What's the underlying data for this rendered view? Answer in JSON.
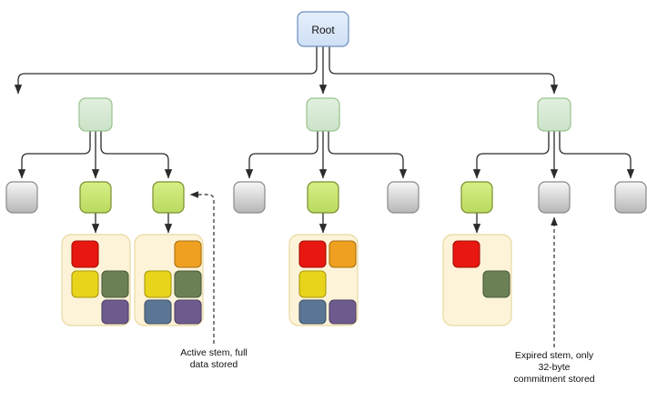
{
  "diagram": {
    "title_node": {
      "label": "Root"
    },
    "colors": {
      "root_fill": "#dae8fc",
      "root_stroke": "#6c8ebf",
      "level2_fill": "#d5e8d4",
      "level2_stroke": "#9ac28f",
      "active_fill": "#c3e16f",
      "active_stroke": "#7a8e2e",
      "expired_fill": "#d9d9d9",
      "expired_stroke": "#8a8a8a",
      "leaf_panel_fill": "#fdf3d8",
      "leaf_panel_stroke": "#e8d9a0",
      "edge": "#2b2b2b",
      "red": "#e8170f",
      "orange": "#efa020",
      "yellow": "#e8d41a",
      "olive": "#6b8055",
      "purple": "#6e5b8e",
      "blue": "#5b7694"
    },
    "levels": {
      "level1": [
        {
          "name": "root",
          "label": "Root",
          "kind": "root"
        }
      ],
      "level2": [
        {
          "name": "stem-group-left",
          "label": "",
          "kind": "branch"
        },
        {
          "name": "stem-group-middle",
          "label": "",
          "kind": "branch"
        },
        {
          "name": "stem-group-right",
          "label": "",
          "kind": "branch"
        }
      ],
      "level3": [
        {
          "name": "node-l1",
          "kind": "expired",
          "has_leaf": false
        },
        {
          "name": "node-l2",
          "kind": "active",
          "has_leaf": true
        },
        {
          "name": "node-l3",
          "kind": "active",
          "has_leaf": true
        },
        {
          "name": "node-m1",
          "kind": "expired",
          "has_leaf": false
        },
        {
          "name": "node-m2",
          "kind": "active",
          "has_leaf": true
        },
        {
          "name": "node-m3",
          "kind": "expired",
          "has_leaf": false
        },
        {
          "name": "node-r1",
          "kind": "active",
          "has_leaf": true
        },
        {
          "name": "node-r2",
          "kind": "expired",
          "has_leaf": false
        },
        {
          "name": "node-r3",
          "kind": "expired",
          "has_leaf": false
        }
      ]
    },
    "leaf_panels": [
      {
        "name": "leaf-panel-1",
        "cells": [
          {
            "slot": "r1c1",
            "color": "red"
          },
          {
            "slot": "r2c1",
            "color": "yellow"
          },
          {
            "slot": "r2c2",
            "color": "olive"
          },
          {
            "slot": "r3c2",
            "color": "purple"
          }
        ]
      },
      {
        "name": "leaf-panel-2",
        "cells": [
          {
            "slot": "r1c2",
            "color": "orange"
          },
          {
            "slot": "r2c1",
            "color": "yellow"
          },
          {
            "slot": "r2c2",
            "color": "olive"
          },
          {
            "slot": "r3c1",
            "color": "blue"
          },
          {
            "slot": "r3c2",
            "color": "purple"
          }
        ]
      },
      {
        "name": "leaf-panel-3",
        "cells": [
          {
            "slot": "r1c1",
            "color": "red"
          },
          {
            "slot": "r1c2",
            "color": "orange"
          },
          {
            "slot": "r2c1",
            "color": "yellow"
          },
          {
            "slot": "r3c1",
            "color": "blue"
          },
          {
            "slot": "r3c2",
            "color": "purple"
          }
        ]
      },
      {
        "name": "leaf-panel-4",
        "cells": [
          {
            "slot": "r1c1",
            "color": "red"
          },
          {
            "slot": "r2c2",
            "color": "olive"
          }
        ]
      }
    ],
    "annotations": [
      {
        "name": "annotation-active-stem",
        "lines": [
          "Active stem, full",
          "data stored"
        ]
      },
      {
        "name": "annotation-expired-stem",
        "lines": [
          "Expired stem, only",
          "32-byte",
          "commitment stored"
        ]
      }
    ]
  }
}
